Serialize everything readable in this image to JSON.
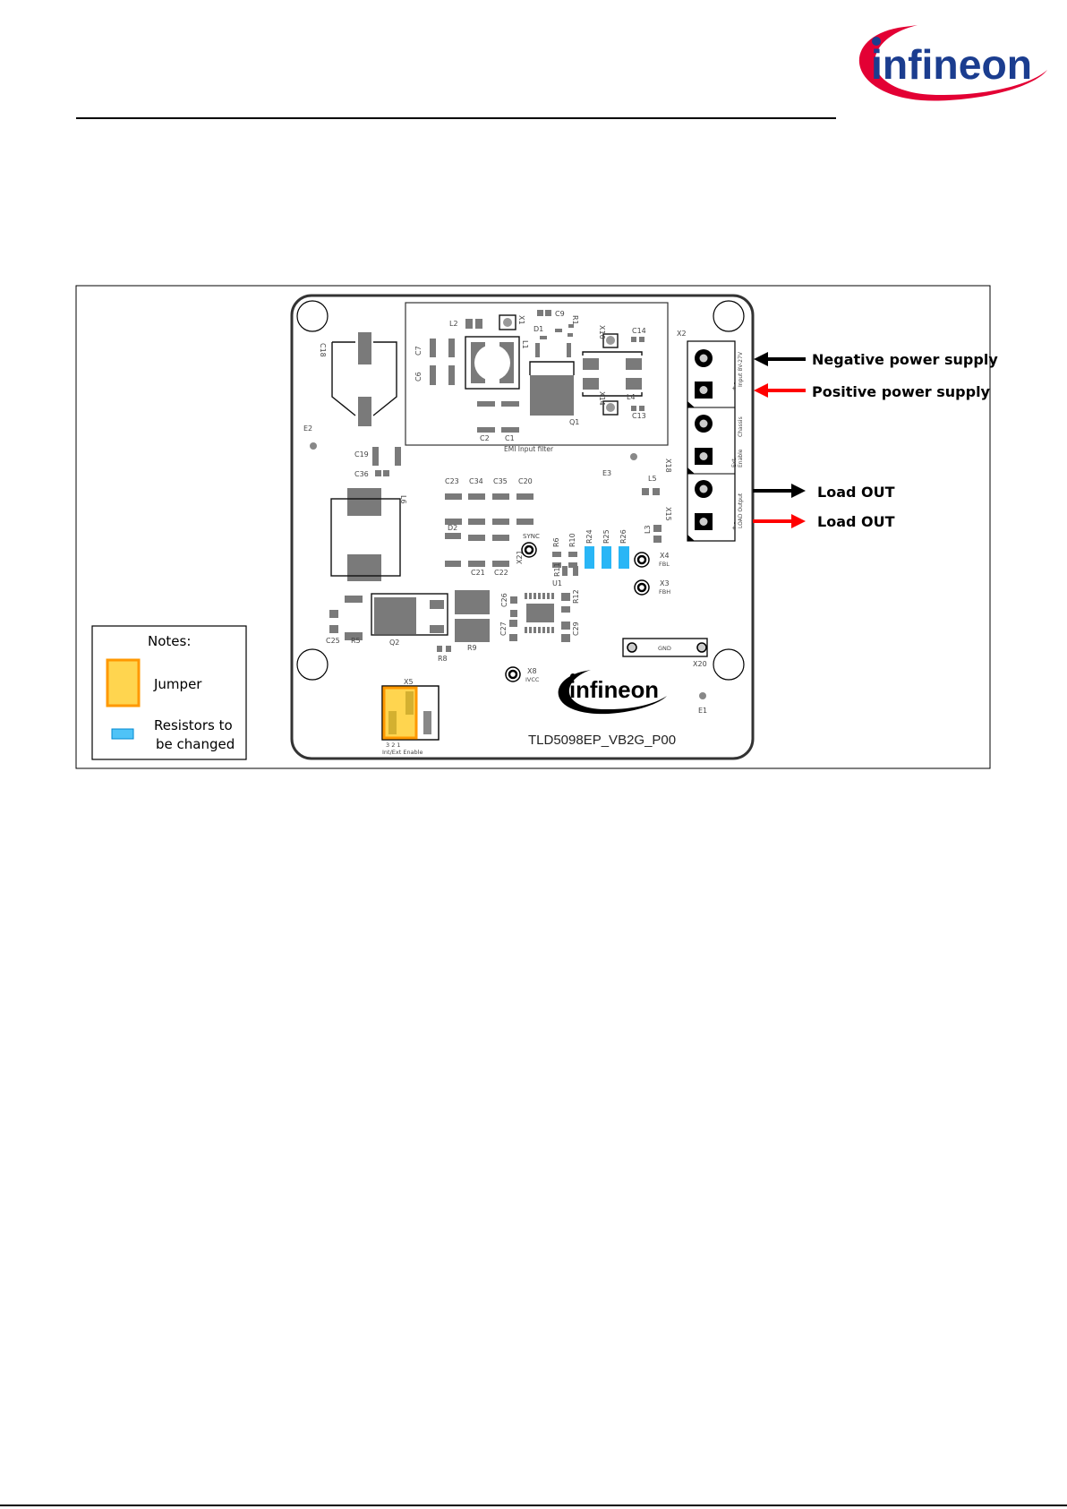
{
  "header": {
    "logo_text": "infineon"
  },
  "figure": {
    "annotations": {
      "negative_supply": "Negative  power supply",
      "positive_supply": "Positive power supply",
      "load_out_neg": "Load OUT",
      "load_out_pos": "Load OUT"
    },
    "notes": {
      "title": "Notes:",
      "jumper": "Jumper",
      "resistors_line1": "Resistors to",
      "resistors_line2": "be changed"
    },
    "colors": {
      "jumper_fill": "#ffd54f",
      "jumper_border": "#ff9800",
      "resistor_fill": "#29b6f6",
      "arrow_negative": "#000000",
      "arrow_positive": "#ff0000",
      "logo_red": "#e30034",
      "logo_blue": "#1b3d8f"
    }
  },
  "pcb": {
    "board_name": "TLD5098EP_VB2G_P00",
    "logo_text": "infineon",
    "connector_labels": {
      "input": "Input 8V-27V",
      "input_pol": "+   -",
      "chassis": "Chassis",
      "ext_enable_1": "Ext.",
      "ext_enable_2": "Enable",
      "load_output": "LOAD Output",
      "load_pol": "+   -"
    },
    "labels": {
      "L2": "L2",
      "X1": "X1",
      "C9": "C9",
      "D1": "D1",
      "R1": "R1",
      "X16": "X16",
      "C14": "C14",
      "C7": "C7",
      "C6": "C6",
      "L1": "L1",
      "L4": "L4",
      "X14": "X14",
      "C13": "C13",
      "Q1": "Q1",
      "C2": "C2",
      "C1": "C1",
      "EMI": "EMI Input filter",
      "C18": "C18",
      "E2": "E2",
      "C19": "C19",
      "C36": "C36",
      "L6": "L6",
      "C23": "C23",
      "C34": "C34",
      "C35": "C35",
      "C20": "C20",
      "D2": "D2",
      "E3": "E3",
      "L5": "L5",
      "X18": "X18",
      "X2": "X2",
      "SYNC": "SYNC",
      "X21": "X21",
      "R6": "R6",
      "R10": "R10",
      "R24": "R24",
      "R25": "R25",
      "R26": "R26",
      "L3": "L3",
      "X15": "X15",
      "X4": "X4",
      "FBL": "FBL",
      "X3": "X3",
      "FBH": "FBH",
      "R11": "R11",
      "C21": "C21",
      "C22": "C22",
      "U1": "U1",
      "R12": "R12",
      "C26": "C26",
      "C27": "C27",
      "C29": "C29",
      "C25": "C25",
      "R5": "R5",
      "Q2": "Q2",
      "R9": "R9",
      "R8": "R8",
      "GND": "GND",
      "X20": "X20",
      "X8": "X8",
      "IVCC": "IVCC",
      "X5": "X5",
      "E1": "E1",
      "X5_pins": "3    2    1",
      "X5_name": "Int/Ext Enable"
    }
  }
}
